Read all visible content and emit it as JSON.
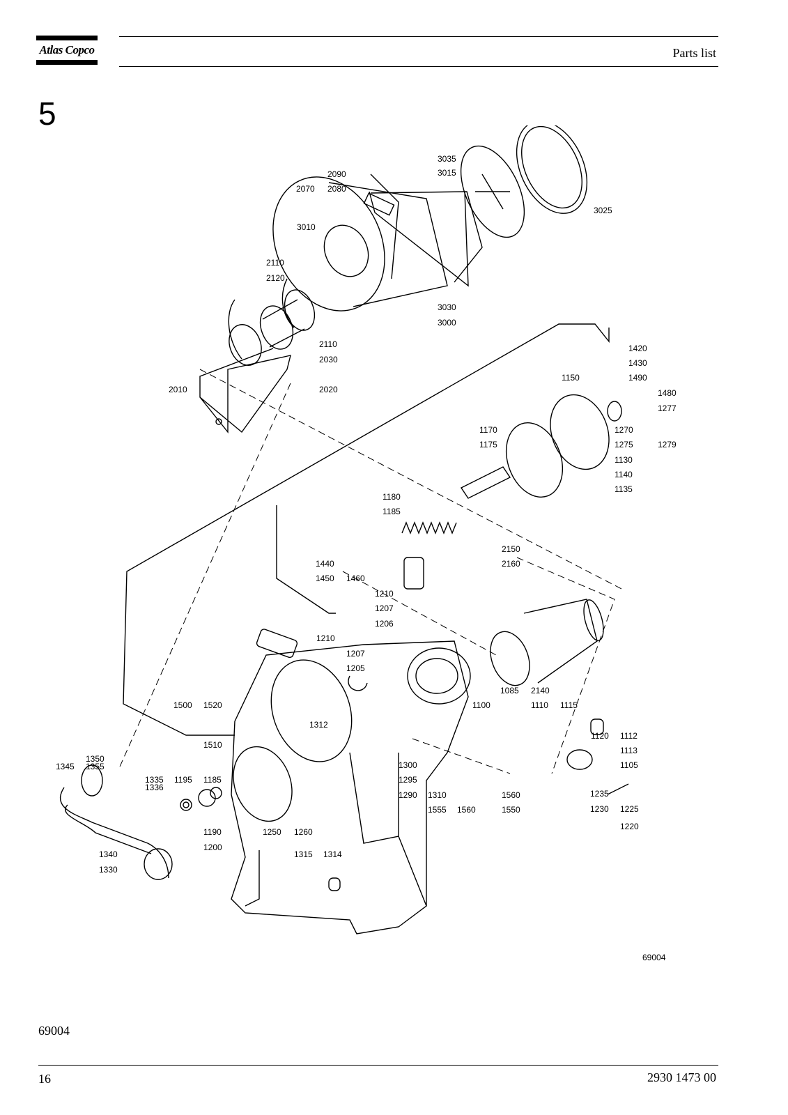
{
  "brand": {
    "logo_text": "Atlas Copco",
    "color": "#000000"
  },
  "header": {
    "title": "Parts list"
  },
  "section": {
    "number": "5"
  },
  "figure": {
    "drawing_id": "69004",
    "caption": "69004",
    "labels": [
      "3035",
      "3015",
      "3025",
      "2090",
      "2070",
      "2080",
      "3010",
      "2110",
      "2120",
      "3030",
      "3000",
      "2110",
      "2030",
      "2020",
      "2010",
      "1420",
      "1430",
      "1490",
      "1480",
      "1150",
      "1277",
      "1270",
      "1279",
      "1275",
      "1130",
      "1170",
      "1175",
      "1140",
      "1135",
      "1180",
      "1185",
      "2150",
      "2160",
      "1440",
      "1450",
      "1460",
      "1210",
      "1207",
      "1206",
      "1210",
      "1207",
      "1205",
      "1085",
      "2140",
      "1110",
      "1115",
      "1500",
      "1520",
      "1312",
      "1100",
      "1120",
      "1112",
      "1113",
      "1105",
      "1350",
      "1355",
      "1345",
      "1510",
      "1300",
      "1295",
      "1290",
      "1310",
      "1555",
      "1560",
      "1560",
      "1550",
      "1335",
      "1336",
      "1195",
      "1185",
      "1190",
      "1200",
      "1250",
      "1260",
      "1315",
      "1314",
      "1235",
      "1230",
      "1225",
      "1220",
      "1340",
      "1330"
    ]
  },
  "footer": {
    "page_number": "16",
    "doc_number": "2930 1473 00"
  }
}
